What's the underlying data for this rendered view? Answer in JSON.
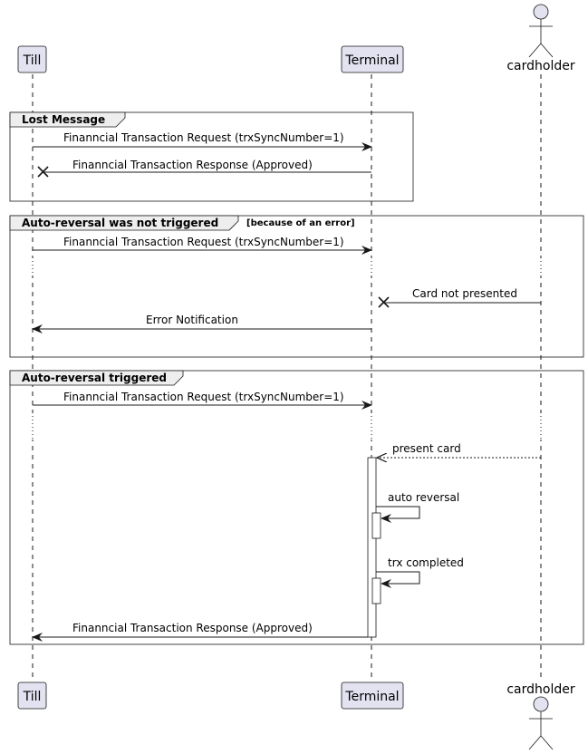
{
  "participants": {
    "till": "Till",
    "terminal": "Terminal",
    "cardholder": "cardholder"
  },
  "groups": {
    "lost": {
      "title": "Lost Message",
      "msg_request": "Finanncial Transaction Request (trxSyncNumber=1)",
      "msg_response": "Finanncial Transaction Response (Approved)"
    },
    "not_triggered": {
      "title": "Auto-reversal was not triggered",
      "condition": "[because of an error]",
      "msg_request": "Finanncial Transaction Request (trxSyncNumber=1)",
      "msg_card_not_presented": "Card not presented",
      "msg_error": "Error Notification"
    },
    "triggered": {
      "title": "Auto-reversal triggered",
      "msg_request": "Finanncial Transaction Request (trxSyncNumber=1)",
      "msg_present_card": "present card",
      "msg_auto_reversal": "auto reversal",
      "msg_trx_completed": "trx completed",
      "msg_response": "Finanncial Transaction Response (Approved)"
    }
  },
  "colors": {
    "participant_fill": "#E2E2F0",
    "participant_border": "#181818",
    "group_header_fill": "#EEEEEE",
    "line": "#181818"
  }
}
